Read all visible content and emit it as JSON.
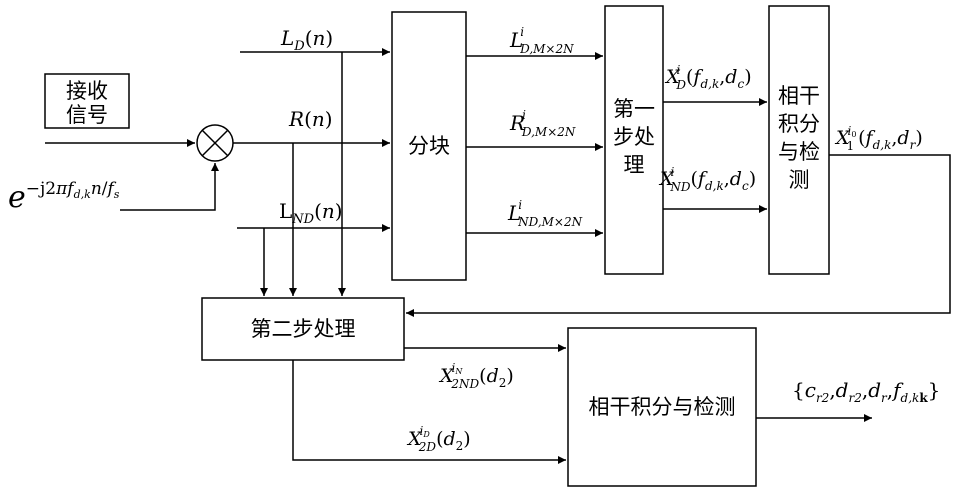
{
  "blocks": {
    "receive_line1": "接收",
    "receive_line2": "信号",
    "partition": "分块",
    "step1_line1": "第一",
    "step1_line2": "步处",
    "step1_line3": "理",
    "coherent1_line1": "相干",
    "coherent1_line2": "积分",
    "coherent1_line3": "与检",
    "coherent1_line4": "测",
    "step2": "第二步处理",
    "coherent2": "相干积分与检测"
  },
  "signals": {
    "mixer_input": "e^{−j2πf_{d,k}n/f_s}",
    "ld": "L_D(n)",
    "r": "R(n)",
    "lnd": "L_ND(n)",
    "ld_block": "L^i_{D,M×2N}",
    "rd_block": "R^i_{D,M×2N}",
    "lnd_block": "L^i_{ND,M×2N}",
    "xd_out": "X^i_D(f_{d,k},d_c)",
    "xnd_out": "X^i_ND(f_{d,k},d_c)",
    "x1_out": "X^{i0}_1(f_{d,k},d_r)",
    "x2nd": "X^{iN}_{2ND}(d_2)",
    "x2d": "X^{iD}_{2D}(d_2)",
    "final_out": "{c_{r2},d_{r2},d_r,f_{d,k}}"
  },
  "glyphs": {
    "e": "e",
    "neg_j2": "−j2",
    "pi": "π",
    "f": "f",
    "dk": "d,k",
    "n": "n",
    "slash": "/",
    "s": "s",
    "L": "L",
    "Lrm": "L",
    "R": "R",
    "X": "X",
    "D": "D",
    "ND": "ND",
    "i": "i",
    "i0": "i",
    "sub0": "0",
    "iN": "i",
    "iD": "i",
    "subN": "N",
    "subD": "D",
    "one": "1",
    "twoND": "2ND",
    "twoD": "2D",
    "d": "d",
    "two": "2",
    "c": "c",
    "r": "r",
    "r2": "r2",
    "k_up": "k",
    "comma": ",",
    "lparen": "(",
    "rparen": ")",
    "lbrace": "{",
    "rbrace": "}",
    "DM2N": "D,M×2N",
    "NDM2N": "ND,M×2N",
    "d_comma_k": "d,k"
  }
}
